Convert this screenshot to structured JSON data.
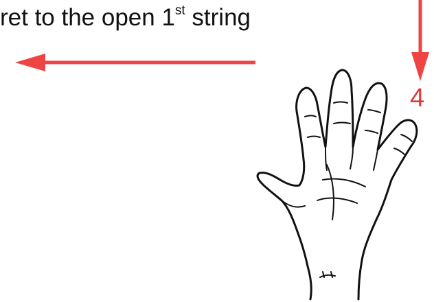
{
  "caption": {
    "text_before": "ret to the open 1",
    "superscript": "st",
    "text_after": " string"
  },
  "finger_label": "4",
  "colors": {
    "arrow": "#ef4444",
    "finger_label": "#e03a3a",
    "ink": "#111111"
  },
  "icons": {
    "hand": "open-hand-icon",
    "left_arrow": "arrow-left-icon",
    "down_arrow": "arrow-down-icon"
  }
}
